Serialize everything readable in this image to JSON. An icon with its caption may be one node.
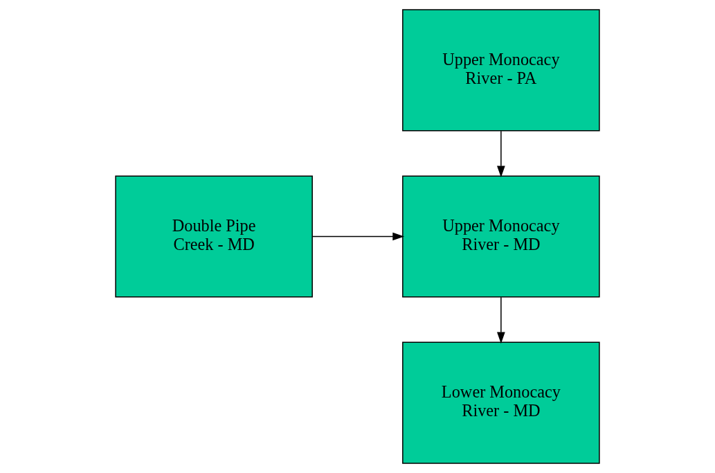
{
  "diagram": {
    "nodes": [
      {
        "text": [
          "Upper Monocacy River - PA"
        ]
      },
      {
        "text": [
          "Upper Monocacy River - MD"
        ]
      },
      {
        "text": [
          "Double Pipe Creek - MD"
        ]
      },
      {
        "text": [
          "Lower Monocacy River - MD"
        ]
      }
    ],
    "edges": [
      {
        "from": 0,
        "to": 1,
        "arrow": "to"
      },
      {
        "from": 2,
        "to": 1,
        "arrow": "to"
      },
      {
        "from": 1,
        "to": 3,
        "arrow": "to"
      }
    ]
  }
}
